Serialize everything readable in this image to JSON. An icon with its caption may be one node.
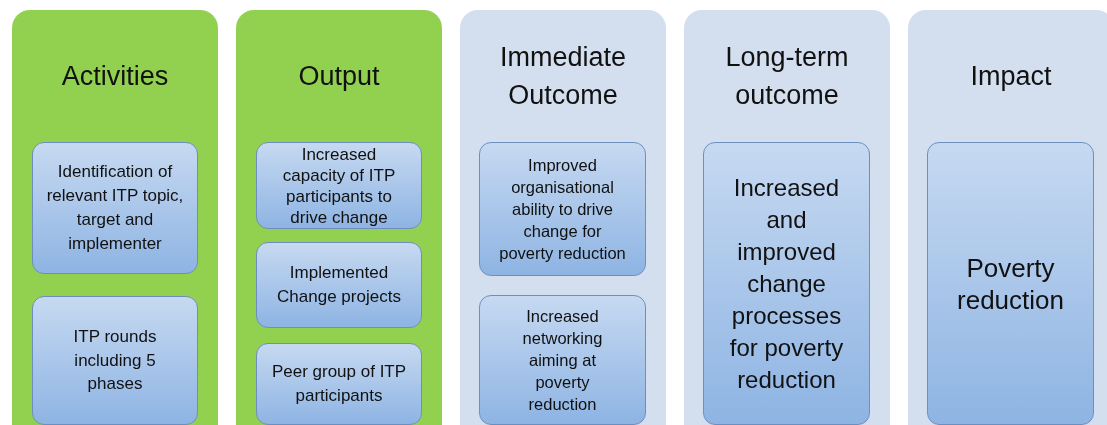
{
  "diagram": {
    "nodes": [
      {
        "text": [
          "Activities"
        ]
      },
      {
        "text": [
          "Identification of relevant ITP topic, target and implementer"
        ],
        "in": 0
      },
      {
        "text": [
          "ITP rounds including 5 phases"
        ],
        "in": 0
      },
      {
        "text": [
          "Output"
        ]
      },
      {
        "text": [
          "Increased capacity of ITP participants to drive change"
        ],
        "in": 3
      },
      {
        "text": [
          "Implemented Change projects"
        ],
        "in": 3
      },
      {
        "text": [
          "Peer group of ITP participants"
        ],
        "in": 3
      },
      {
        "text": [
          "Immediate Outcome"
        ]
      },
      {
        "text": [
          "Improved organisational ability to drive change for poverty reduction"
        ],
        "in": 7
      },
      {
        "text": [
          "Increased networking aiming at poverty reduction"
        ],
        "in": 7
      },
      {
        "text": [
          "Long-term outcome"
        ]
      },
      {
        "text": [
          "Increased and improved change processes for poverty reduction"
        ],
        "in": 10
      },
      {
        "text": [
          "Impact"
        ]
      },
      {
        "text": [
          "Poverty reduction"
        ],
        "in": 12
      }
    ]
  }
}
